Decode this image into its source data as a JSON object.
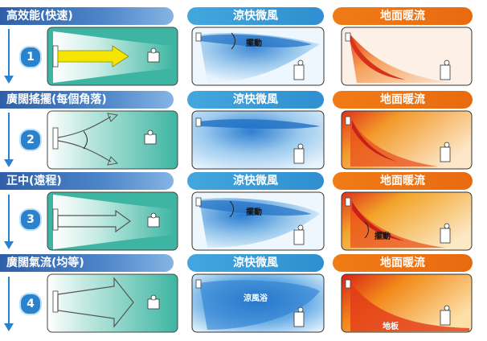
{
  "headers": {
    "cool": "涼快微風",
    "warm": "地面暖流"
  },
  "rows": [
    {
      "number": "1",
      "mode": "高效能(快速)",
      "cool_label": "擺動",
      "warm_label": ""
    },
    {
      "number": "2",
      "mode": "廣闊搖擺(每個角落)",
      "cool_label": "",
      "warm_label": ""
    },
    {
      "number": "3",
      "mode": "正中(遠程)",
      "cool_label": "擺動",
      "warm_label": "擺動"
    },
    {
      "number": "4",
      "mode": "廣闊氣流(均等)",
      "cool_label": "涼風浴",
      "warm_label": "地板"
    }
  ],
  "colors": {
    "mode_header": "#3b6fb6",
    "cool_header": "#3a9bd8",
    "warm_header": "#ee7412",
    "teal_panel": "#3fb6a3",
    "arrow_yellow": "#f4e400"
  }
}
